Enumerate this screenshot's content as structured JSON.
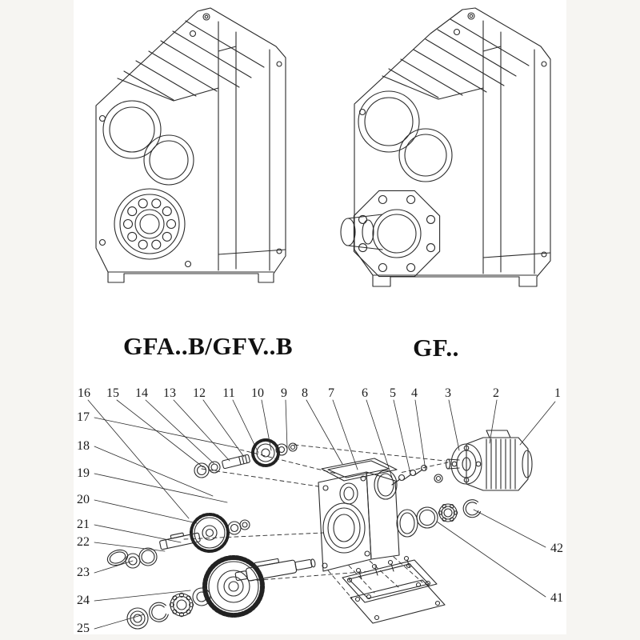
{
  "style": {
    "background": "#ffffff",
    "line_color": "#2b2b2b",
    "text_color": "#111111"
  },
  "products": [
    {
      "name": "flange-mounted-reducer",
      "label": "GFA..B/GFV..B"
    },
    {
      "name": "shaft-output-reducer",
      "label": "GF.."
    }
  ],
  "exploded_view": {
    "callouts_top": [
      "16",
      "15",
      "14",
      "13",
      "12",
      "11",
      "10",
      "9",
      "8",
      "7",
      "6",
      "5",
      "4",
      "3",
      "2",
      "1"
    ],
    "callouts_left": [
      "17",
      "18",
      "19",
      "20",
      "21",
      "22",
      "23",
      "24",
      "25"
    ],
    "callouts_right": [
      "42",
      "41"
    ]
  }
}
